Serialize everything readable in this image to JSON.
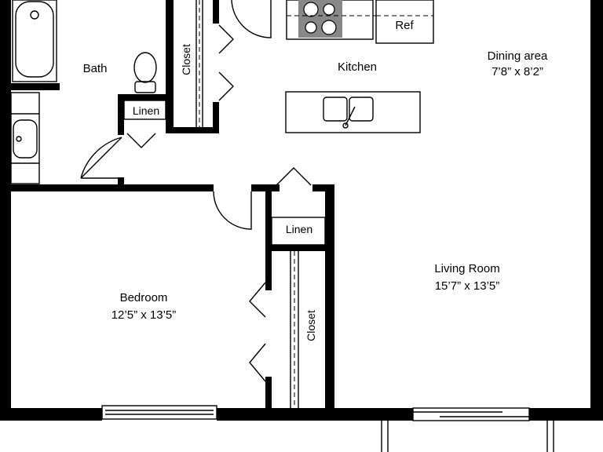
{
  "rooms": {
    "bath": {
      "name": "Bath"
    },
    "kitchen": {
      "name": "Kitchen"
    },
    "dining": {
      "name": "Dining area",
      "size": "7’8” x 8’2”"
    },
    "living": {
      "name": "Living Room",
      "size": "15’7” x 13’5”"
    },
    "bedroom": {
      "name": "Bedroom",
      "size": "12’5” x 13’5”"
    }
  },
  "fixtures": {
    "closet_upper": "Closet",
    "closet_lower": "Closet",
    "linen_upper": "Linen",
    "linen_lower": "Linen",
    "ref": "Ref"
  },
  "colors": {
    "wall": "#000000",
    "background": "#ffffff"
  }
}
